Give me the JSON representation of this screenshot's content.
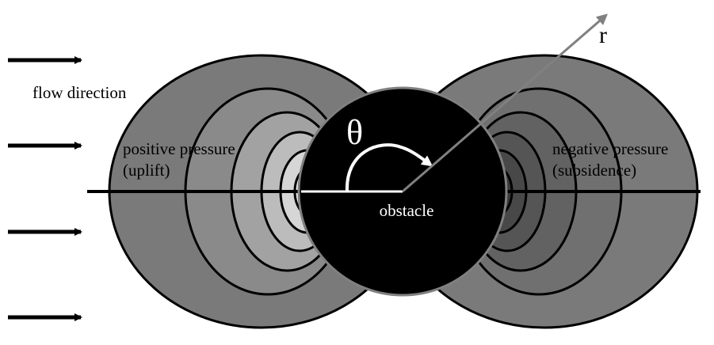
{
  "diagram": {
    "flow_label": "flow direction",
    "positive_label_line1": "positive pressure",
    "positive_label_line2": "(uplift)",
    "negative_label_line1": "negative pressure",
    "negative_label_line2": "(subsidence)",
    "obstacle_label": "obstacle",
    "theta_symbol": "θ",
    "radius_label": "r",
    "flow_arrow_count": 4
  },
  "colors": {
    "background": "#ffffff",
    "obstacle": "#000000",
    "ring_outline": "#000000",
    "radius_line": "#808080",
    "positive_shades": [
      "#7a7a7a",
      "#8a8a8a",
      "#a2a2a2",
      "#bcbcbc",
      "#d6d6d6",
      "#ececec"
    ],
    "negative_shades": [
      "#7a7a7a",
      "#707070",
      "#626262",
      "#555555",
      "#484848",
      "#3a3a3a"
    ]
  }
}
